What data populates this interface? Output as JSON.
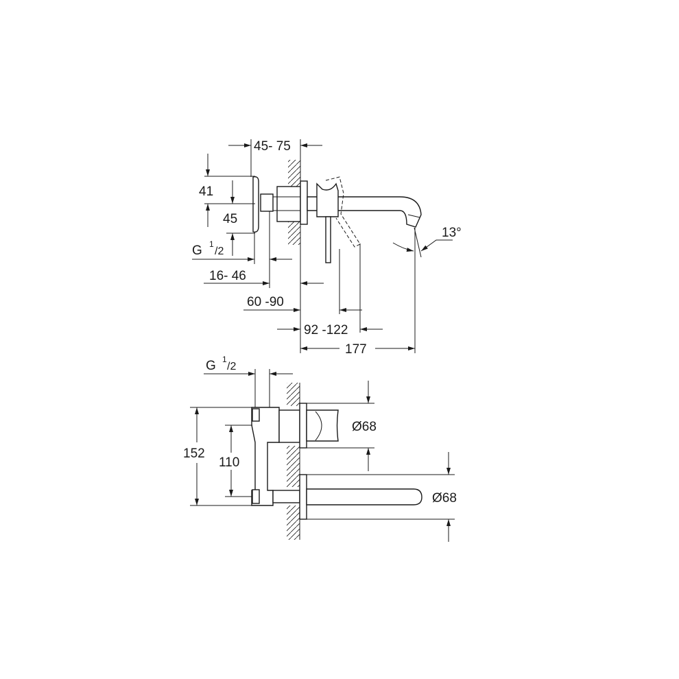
{
  "drawing": {
    "side_view": {
      "dim_depth_body": "45- 75",
      "dim_height_41": "41",
      "dim_height_45": "45",
      "thread_label": "G",
      "thread_num": "1",
      "thread_den": "/2",
      "dim_16_46": "16- 46",
      "dim_60_90": "60 -90",
      "dim_92_122": "92 -122",
      "dim_177": "177",
      "angle": "13°"
    },
    "front_view": {
      "thread_label": "G",
      "thread_num": "1",
      "thread_den": "/2",
      "dim_152": "152",
      "dim_110": "110",
      "diameter_handle": "Ø68",
      "diameter_spout": "Ø68"
    }
  }
}
